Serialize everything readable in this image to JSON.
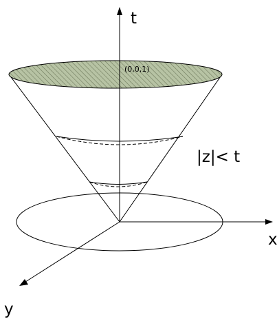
{
  "labels": {
    "t_axis": "t",
    "x_axis": "x",
    "y_axis": "y",
    "inequality": "|z|< t",
    "top_point": "(0,0,1)"
  },
  "colors": {
    "line": "#000000",
    "hatch_fill": "#b7c3a4",
    "hatch_line": "#6f7a5c",
    "background": "#ffffff"
  }
}
